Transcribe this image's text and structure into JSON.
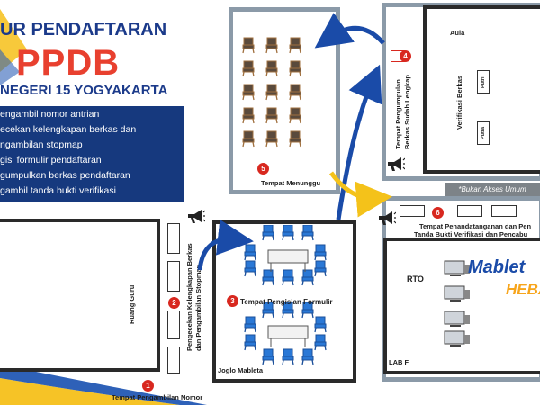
{
  "header": {
    "line1": "UR PENDAFTARAN",
    "line2": "PPDB",
    "line3": " NEGERI 15 YOGYAKARTA"
  },
  "steps": [
    "engambil nomor antrian",
    "ecekan kelengkapan berkas dan",
    "ngambilan stopmap",
    "gisi formulir pendaftaran",
    "gumpulkan berkas pendaftaran",
    "gambil tanda bukti verifikasi"
  ],
  "rooms": {
    "ruang_guru": "Ruang Guru",
    "joglo": "Joglo Mableta",
    "aula": "Aula",
    "verifikasi": "Verifikasi Berkas",
    "putri": "Putri",
    "putra": "Putra",
    "rto": "RTO",
    "lab_f": "LAB F"
  },
  "stations": {
    "s1_number": "1",
    "s1_label": "Tempat Pengambilan Nomor",
    "s2_number": "2",
    "s2_label_a": "Pengecekan Kelengkapan Berkas",
    "s2_label_b": "dan Pengambilan Stopmap",
    "s3_number": "3",
    "s3_label": "Tempat Pengisian Formulir",
    "s4_number": "4",
    "s4_label_a": "Tempat Pengumpulan",
    "s4_label_b": "Berkas Sudah Lengkap",
    "s5_number": "5",
    "s5_label": "Tempat Menunggu",
    "s6_number": "6",
    "s6_label_a": "Tempat Penandatanganan dan Pen",
    "s6_label_b": "Tanda Bukti Verifikasi dan Pencabu"
  },
  "note": "*Bukan Akses Umum",
  "brand": {
    "line1": "Mablet",
    "line2": "HEBA"
  },
  "colors": {
    "navy": "#16397e",
    "red": "#d8281f",
    "blue_chair": "#2a78d6",
    "arrow_blue": "#1a4ba8",
    "arrow_yellow": "#f4c21a",
    "brand_orange": "#f7a51c"
  },
  "icons": [
    "megaphone-icon",
    "chair-icon",
    "computer-icon",
    "table-icon"
  ]
}
